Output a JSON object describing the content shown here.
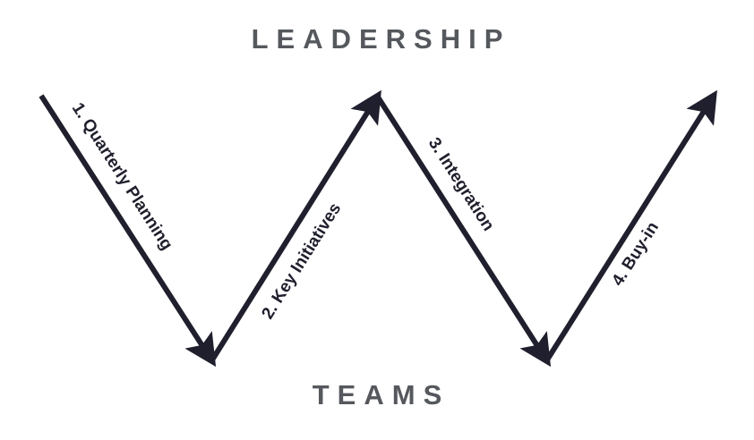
{
  "diagram": {
    "top_label": "LEADERSHIP",
    "bottom_label": "TEAMS",
    "steps": [
      {
        "label": "1. Quarterly Planning",
        "direction": "down"
      },
      {
        "label": "2. Key Initiatives",
        "direction": "up"
      },
      {
        "label": "3. Integration",
        "direction": "down"
      },
      {
        "label": "4. Buy-in",
        "direction": "up"
      }
    ],
    "colors": {
      "arrow": "#1f1f2d",
      "heading": "#55585d",
      "background": "#ffffff"
    }
  }
}
